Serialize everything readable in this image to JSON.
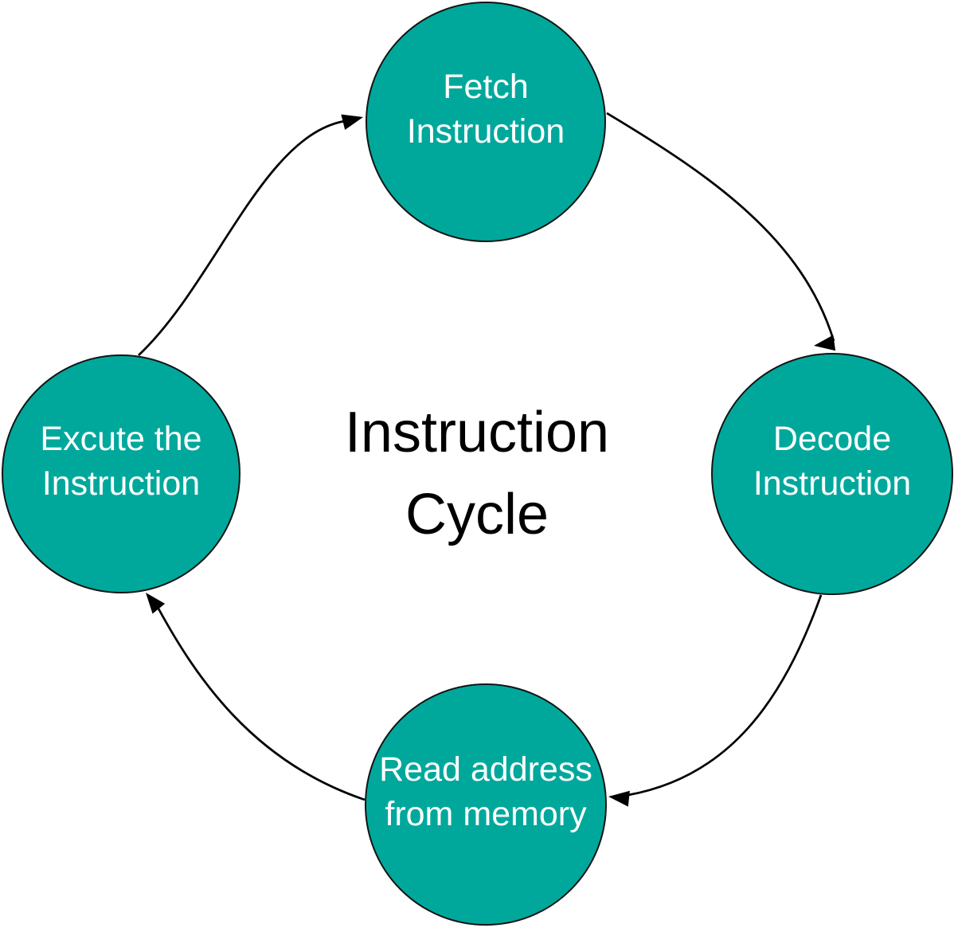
{
  "diagram": {
    "title": {
      "line1": "Instruction",
      "line2": "Cycle"
    },
    "nodes": [
      {
        "id": "fetch",
        "line1": "Fetch",
        "line2": "Instruction"
      },
      {
        "id": "decode",
        "line1": "Decode",
        "line2": "Instruction"
      },
      {
        "id": "read-address",
        "line1": "Read address",
        "line2": "from memory"
      },
      {
        "id": "execute",
        "line1": "Excute the",
        "line2": "Instruction"
      }
    ],
    "edges": [
      {
        "from": "fetch",
        "to": "decode"
      },
      {
        "from": "decode",
        "to": "read-address"
      },
      {
        "from": "read-address",
        "to": "execute"
      },
      {
        "from": "execute",
        "to": "fetch"
      }
    ],
    "flow_direction": "clockwise",
    "colors": {
      "node_fill": "#00A89C",
      "node_border": "#141414",
      "arrow": "#000000",
      "node_text": "#FFFFFF",
      "title_text": "#000000",
      "background": "#FFFFFF"
    }
  }
}
